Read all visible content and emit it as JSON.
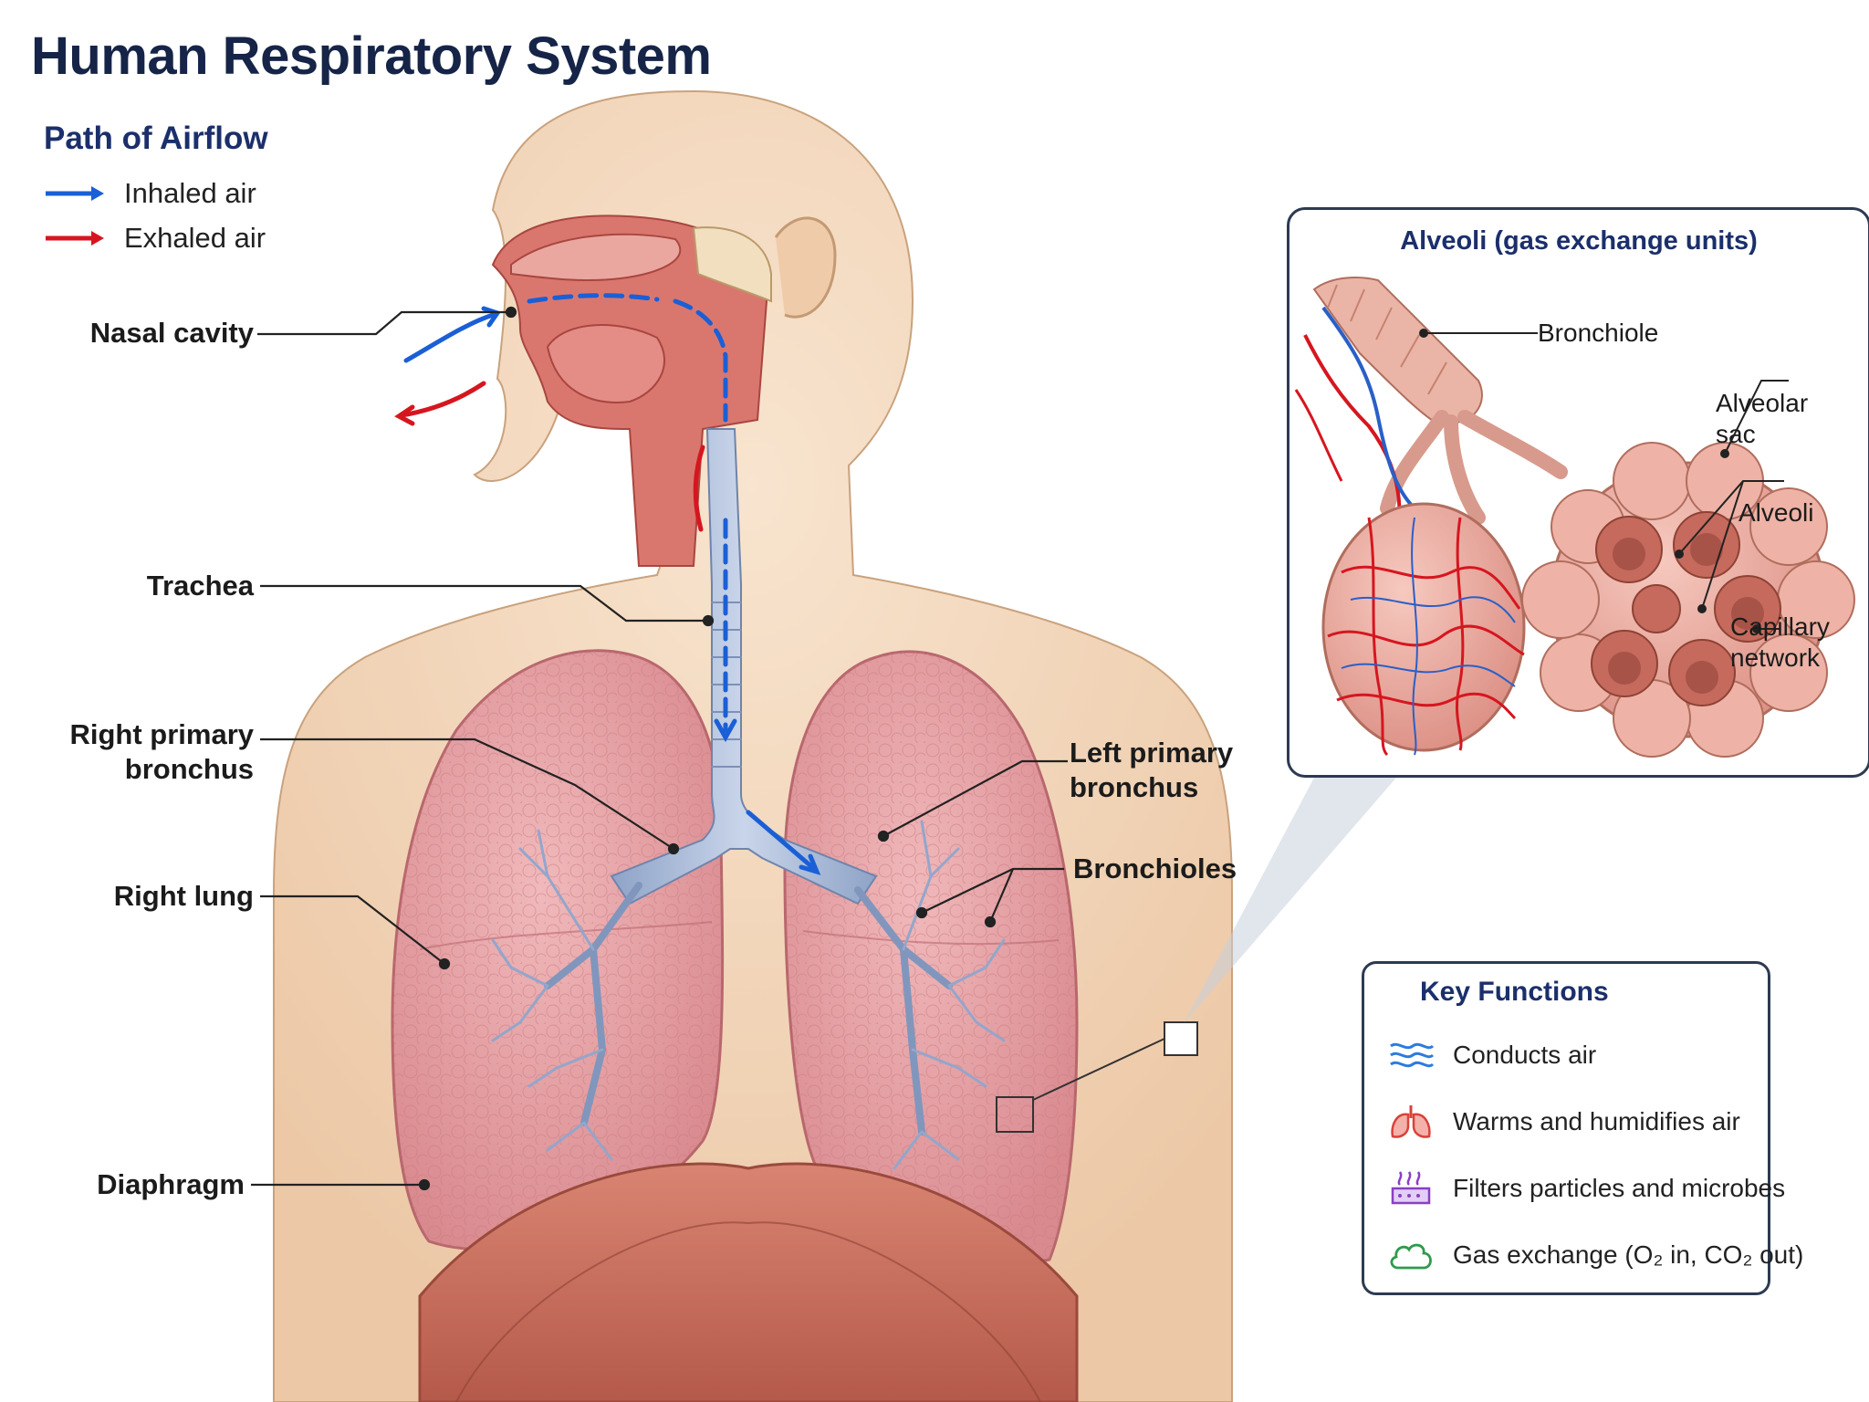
{
  "title": "Human Respiratory System",
  "legend": {
    "heading": "Path of Airflow",
    "items": [
      {
        "label": "Inhaled air",
        "color": "#1a5fd6"
      },
      {
        "label": "Exhaled air",
        "color": "#d6161f"
      }
    ]
  },
  "labels": {
    "nasal_cavity": "Nasal cavity",
    "trachea": "Trachea",
    "right_primary_bronchus_1": "Right primary",
    "right_primary_bronchus_2": "bronchus",
    "right_lung": "Right lung",
    "diaphragm": "Diaphragm",
    "left_primary_bronchus_1": "Left primary",
    "left_primary_bronchus_2": "bronchus",
    "bronchioles": "Bronchioles"
  },
  "inset": {
    "title": "Alveoli (gas exchange units)",
    "bronchiole": "Bronchiole",
    "alveolar_sac_1": "Alveolar",
    "alveolar_sac_2": "sac",
    "alveoli": "Alveoli",
    "capillary_network_1": "Capillary",
    "capillary_network_2": "network"
  },
  "key_functions": {
    "heading": "Key Functions",
    "items": [
      {
        "icon": "airflow-waves-icon",
        "label": "Conducts air",
        "color": "#2b7be0"
      },
      {
        "icon": "lungs-icon",
        "label": "Warms and humidifies air",
        "color": "#d9423a"
      },
      {
        "icon": "filter-particles-icon",
        "label": "Filters particles and microbes",
        "color": "#8a3fc4"
      },
      {
        "icon": "cloud-icon",
        "label": "Gas exchange (O₂ in, CO₂ out)",
        "color": "#2f9a4c"
      }
    ]
  },
  "colors": {
    "title": "#152447",
    "inhaled": "#1a5fd6",
    "exhaled": "#d6161f",
    "skin": "#f3d9c1",
    "lung": "#e6a3a6",
    "airway": "#a9b9d6",
    "diaphragm": "#c96c5c"
  }
}
